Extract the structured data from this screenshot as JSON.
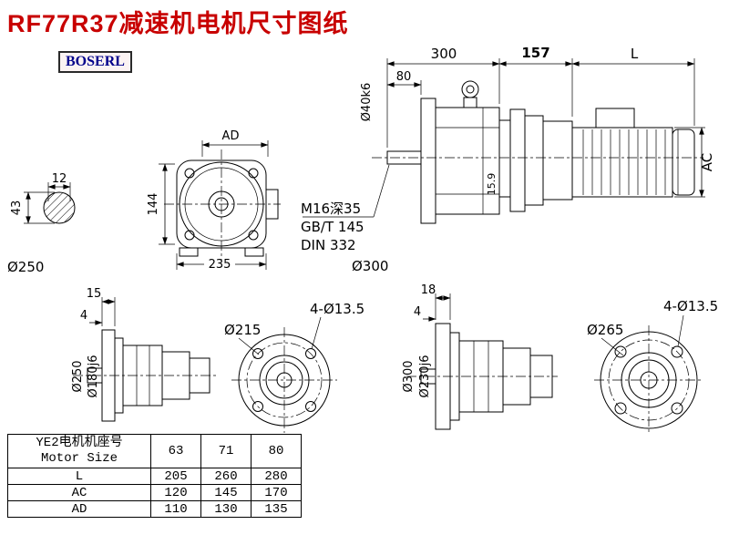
{
  "title": "RF77R37减速机电机尺寸图纸",
  "logo": "BOSERL",
  "side_view": {
    "dim_width_1": "300",
    "dim_width_2": "157",
    "dim_width_3": "L",
    "dim_80": "80",
    "shaft_dia": "Ø40k6",
    "dim_ac": "AC",
    "dim_159": "15.9",
    "note_line1": "M16深35",
    "note_line2": "GB/T 145",
    "note_line3": "DIN 332",
    "flange_dia": "Ø300"
  },
  "shaft_section": {
    "width": "12",
    "height": "43",
    "dia": "Ø250"
  },
  "front_view": {
    "dim_ad": "AD",
    "dim_144": "144",
    "dim_235": "235"
  },
  "output_small": {
    "dim_15": "15",
    "dim_4": "4",
    "flange_od": "Ø250",
    "spigot": "Ø180j6",
    "holes": "4-Ø13.5",
    "bolt_circle": "Ø215"
  },
  "output_large": {
    "dim_18": "18",
    "dim_4": "4",
    "flange_od": "Ø300",
    "spigot": "Ø230j6",
    "holes": "4-Ø13.5",
    "bolt_circle": "Ø265"
  },
  "table": {
    "header_cn": "YE2电机机座号",
    "header_en": "Motor Size",
    "sizes": [
      "63",
      "71",
      "80"
    ],
    "rows": [
      {
        "label": "L",
        "values": [
          "205",
          "260",
          "280"
        ]
      },
      {
        "label": "AC",
        "values": [
          "120",
          "145",
          "170"
        ]
      },
      {
        "label": "AD",
        "values": [
          "110",
          "130",
          "135"
        ]
      }
    ]
  }
}
